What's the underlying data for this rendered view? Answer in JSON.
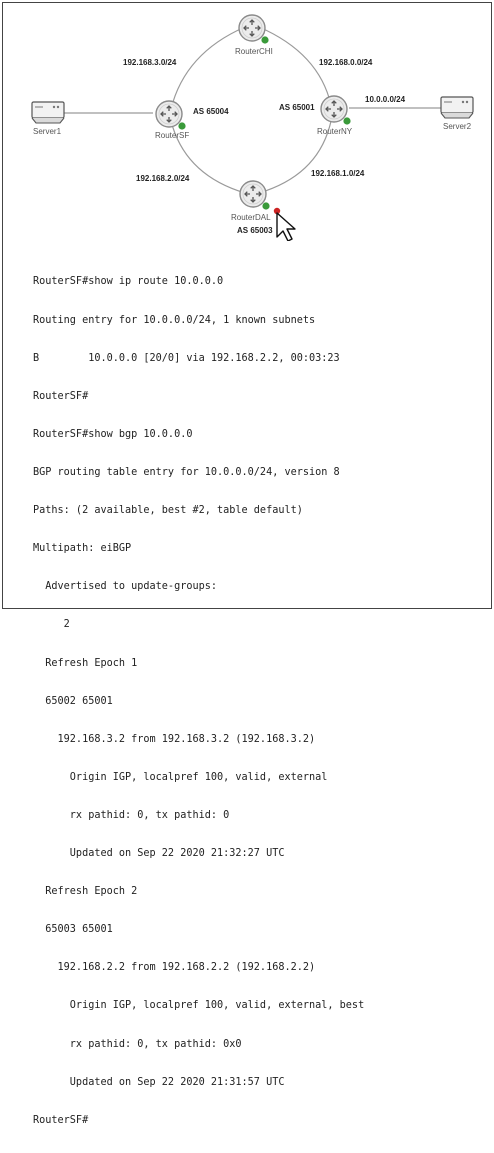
{
  "topology": {
    "devices": {
      "router_chi": "RouterCHI",
      "router_sf": "RouterSF",
      "router_ny": "RouterNY",
      "router_dal": "RouterDAL",
      "server1": "Server1",
      "server2": "Server2"
    },
    "subnets": {
      "sf_chi": "192.168.3.0/24",
      "chi_ny": "192.168.0.0/24",
      "ny_server2": "10.0.0.0/24",
      "sf_dal": "192.168.2.0/24",
      "ny_dal": "192.168.1.0/24"
    },
    "as_labels": {
      "sf": "AS 65004",
      "ny": "AS 65001",
      "dal": "AS 65003"
    },
    "colors": {
      "link": "#9a9a9a",
      "router_fill": "#ececec",
      "router_stroke": "#8a8a8a",
      "status_up": "#3a9a3a",
      "status_alert": "#cc2222"
    }
  },
  "cli": {
    "lines": [
      "RouterSF#show ip route 10.0.0.0",
      "Routing entry for 10.0.0.0/24, 1 known subnets",
      "B        10.0.0.0 [20/0] via 192.168.2.2, 00:03:23",
      "RouterSF#",
      "RouterSF#show bgp 10.0.0.0",
      "BGP routing table entry for 10.0.0.0/24, version 8",
      "Paths: (2 available, best #2, table default)",
      "Multipath: eiBGP",
      "  Advertised to update-groups:",
      "     2",
      "  Refresh Epoch 1",
      "  65002 65001",
      "    192.168.3.2 from 192.168.3.2 (192.168.3.2)",
      "      Origin IGP, localpref 100, valid, external",
      "      rx pathid: 0, tx pathid: 0",
      "      Updated on Sep 22 2020 21:32:27 UTC",
      "  Refresh Epoch 2",
      "  65003 65001",
      "    192.168.2.2 from 192.168.2.2 (192.168.2.2)",
      "      Origin IGP, localpref 100, valid, external, best",
      "      rx pathid: 0, tx pathid: 0x0",
      "      Updated on Sep 22 2020 21:31:57 UTC",
      "RouterSF#"
    ]
  }
}
